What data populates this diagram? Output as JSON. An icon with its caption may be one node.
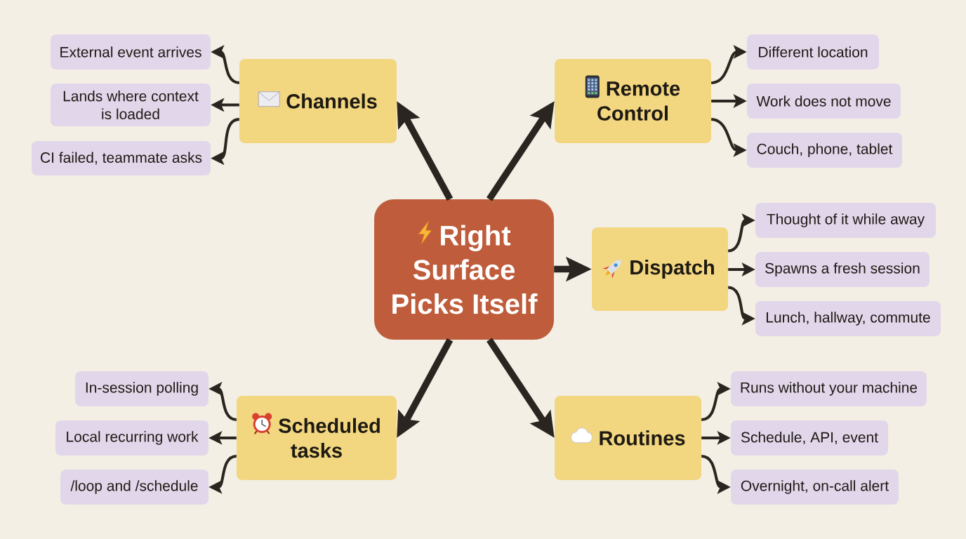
{
  "diagram": {
    "nodes": [
      {
        "text": [
          "Right Surface Picks Itself"
        ]
      },
      {
        "text": [
          "Channels"
        ]
      },
      {
        "text": [
          "External event arrives"
        ]
      },
      {
        "text": [
          "Lands where context is loaded"
        ]
      },
      {
        "text": [
          "CI failed, teammate asks"
        ]
      },
      {
        "text": [
          "Remote Control"
        ]
      },
      {
        "text": [
          "Different location"
        ]
      },
      {
        "text": [
          "Work does not move"
        ]
      },
      {
        "text": [
          "Couch, phone, tablet"
        ]
      },
      {
        "text": [
          "Dispatch"
        ]
      },
      {
        "text": [
          "Thought of it while away"
        ]
      },
      {
        "text": [
          "Spawns a fresh session"
        ]
      },
      {
        "text": [
          "Lunch, hallway, commute"
        ]
      },
      {
        "text": [
          "Scheduled tasks"
        ]
      },
      {
        "text": [
          "In-session polling"
        ]
      },
      {
        "text": [
          "Local recurring work"
        ]
      },
      {
        "text": [
          "/loop and /schedule"
        ]
      },
      {
        "text": [
          "Routines"
        ]
      },
      {
        "text": [
          "Runs without your machine"
        ]
      },
      {
        "text": [
          "Schedule, API, event"
        ]
      },
      {
        "text": [
          "Overnight, on-call alert"
        ]
      }
    ],
    "edges": [
      {
        "from": 0,
        "to": 1,
        "arrow": "to",
        "style": "thick"
      },
      {
        "from": 0,
        "to": 5,
        "arrow": "to",
        "style": "thick"
      },
      {
        "from": 0,
        "to": 9,
        "arrow": "to",
        "style": "thick"
      },
      {
        "from": 0,
        "to": 13,
        "arrow": "to",
        "style": "thick"
      },
      {
        "from": 0,
        "to": 17,
        "arrow": "to",
        "style": "thick"
      },
      {
        "from": 1,
        "to": 2,
        "arrow": "to"
      },
      {
        "from": 1,
        "to": 3,
        "arrow": "to"
      },
      {
        "from": 1,
        "to": 4,
        "arrow": "to"
      },
      {
        "from": 5,
        "to": 6,
        "arrow": "to"
      },
      {
        "from": 5,
        "to": 7,
        "arrow": "to"
      },
      {
        "from": 5,
        "to": 8,
        "arrow": "to"
      },
      {
        "from": 9,
        "to": 10,
        "arrow": "to"
      },
      {
        "from": 9,
        "to": 11,
        "arrow": "to"
      },
      {
        "from": 9,
        "to": 12,
        "arrow": "to"
      },
      {
        "from": 13,
        "to": 14,
        "arrow": "to"
      },
      {
        "from": 13,
        "to": 15,
        "arrow": "to"
      },
      {
        "from": 13,
        "to": 16,
        "arrow": "to"
      },
      {
        "from": 17,
        "to": 18,
        "arrow": "to"
      },
      {
        "from": 17,
        "to": 19,
        "arrow": "to"
      },
      {
        "from": 17,
        "to": 20,
        "arrow": "to"
      }
    ]
  }
}
